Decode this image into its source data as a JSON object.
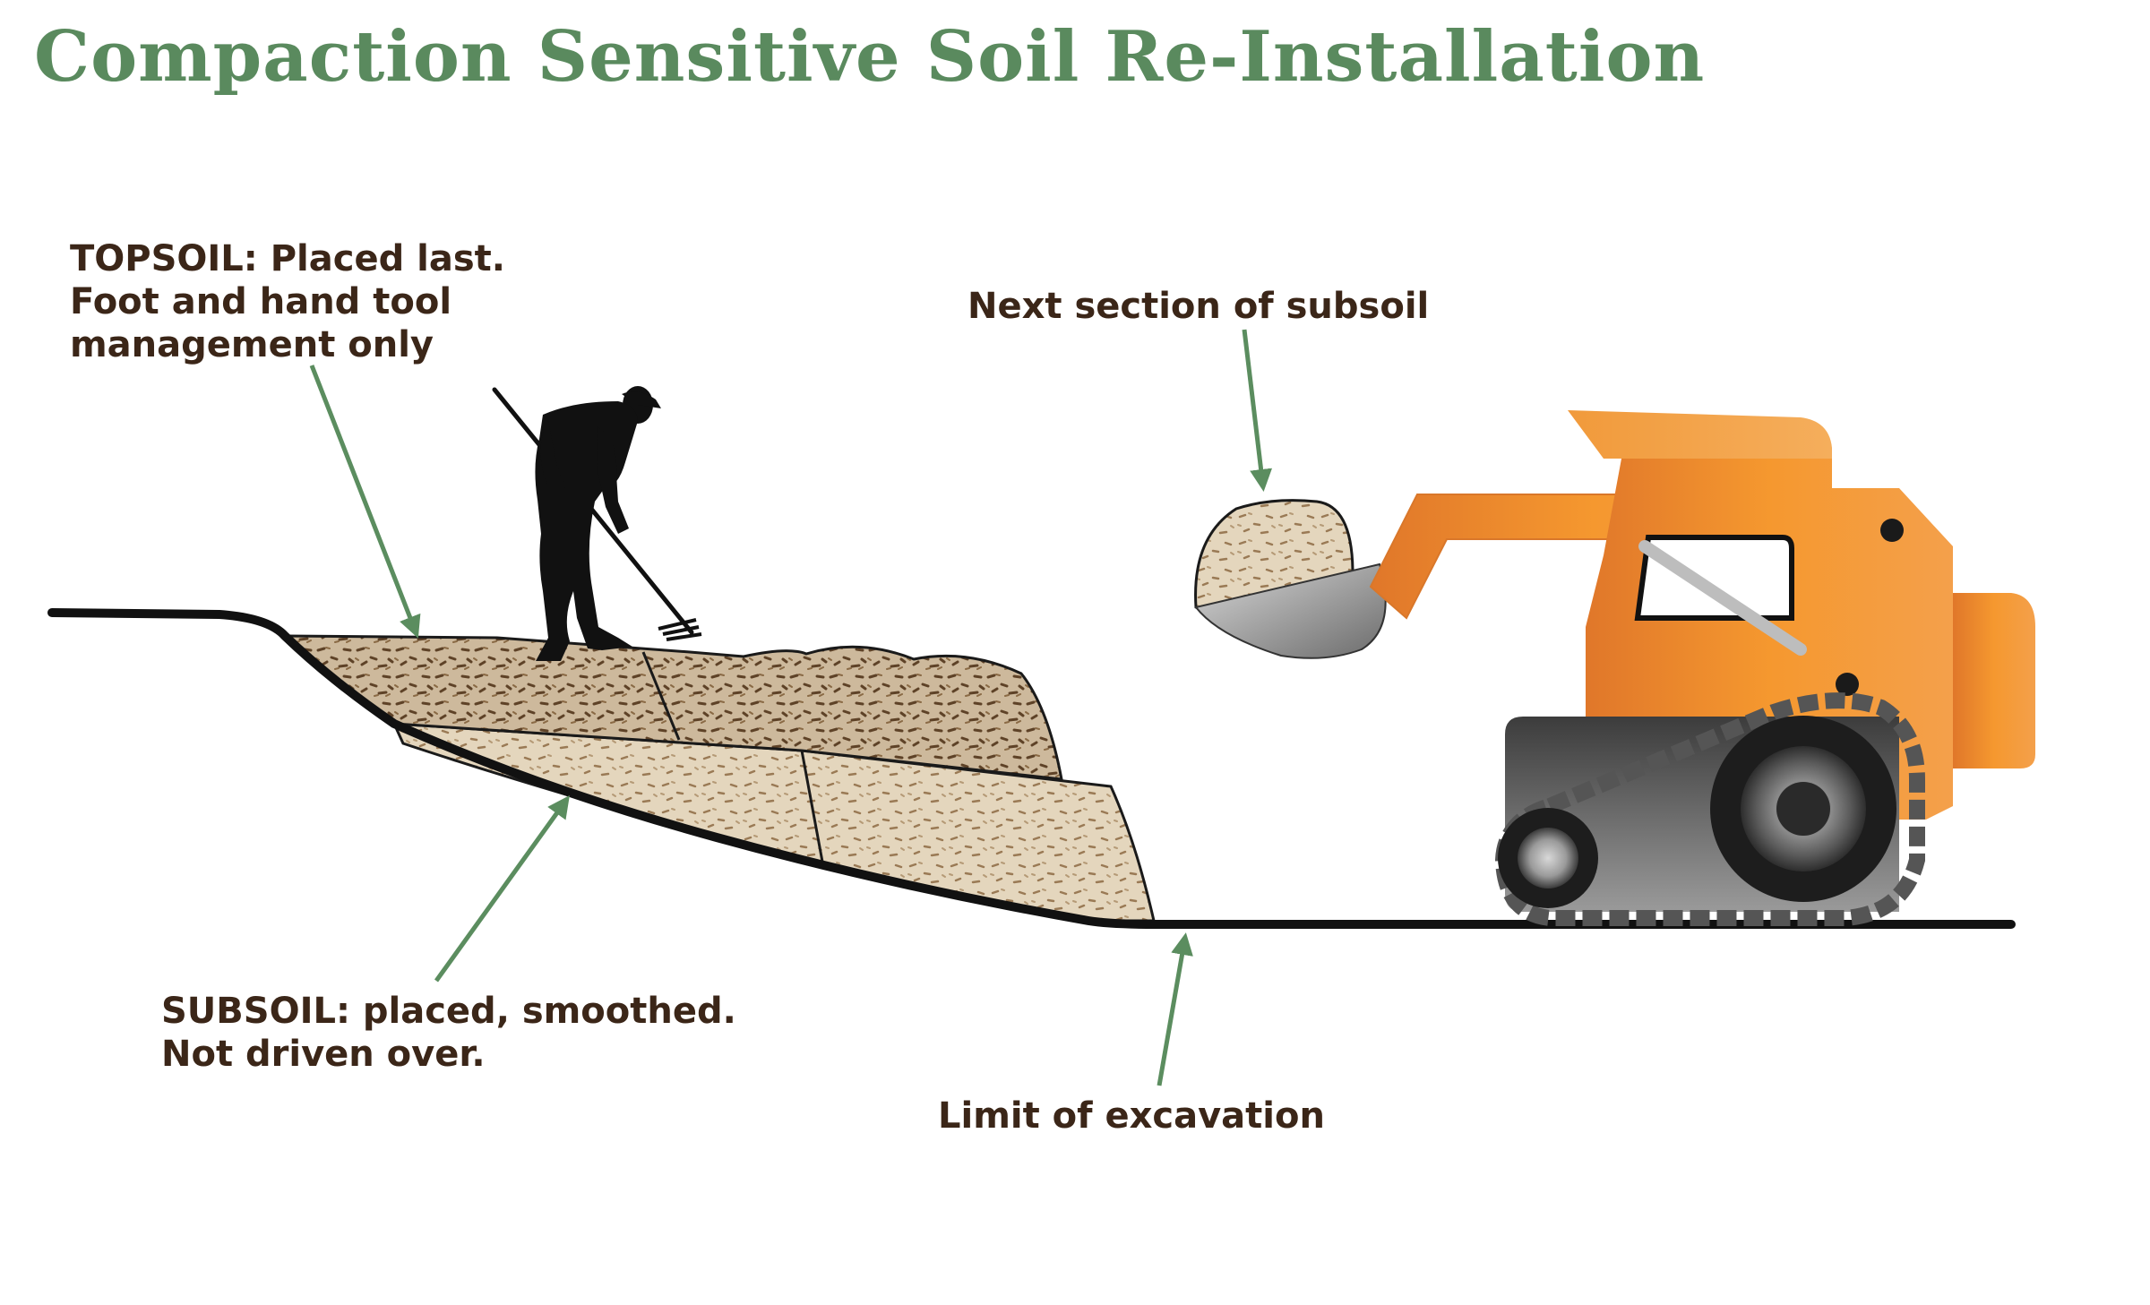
{
  "title": "Compaction Sensitive Soil Re-Installation",
  "labels": {
    "topsoil": [
      "TOPSOIL: Placed last.",
      "Foot and hand tool",
      "management only"
    ],
    "subsoil": [
      "SUBSOIL: placed, smoothed.",
      "Not driven over."
    ],
    "next_section": "Next section of subsoil",
    "limit": "Limit of excavation"
  },
  "colors": {
    "title": "#5a8a5e",
    "label_text": "#3b2618",
    "arrow": "#5b8d5f",
    "topsoil": "#cbb79a",
    "subsoil": "#e2d3ba",
    "machine": "#f3952e",
    "tracks": "#4a4a4a"
  },
  "icons": [
    "worker-with-rake-icon",
    "skid-steer-loader-icon"
  ]
}
